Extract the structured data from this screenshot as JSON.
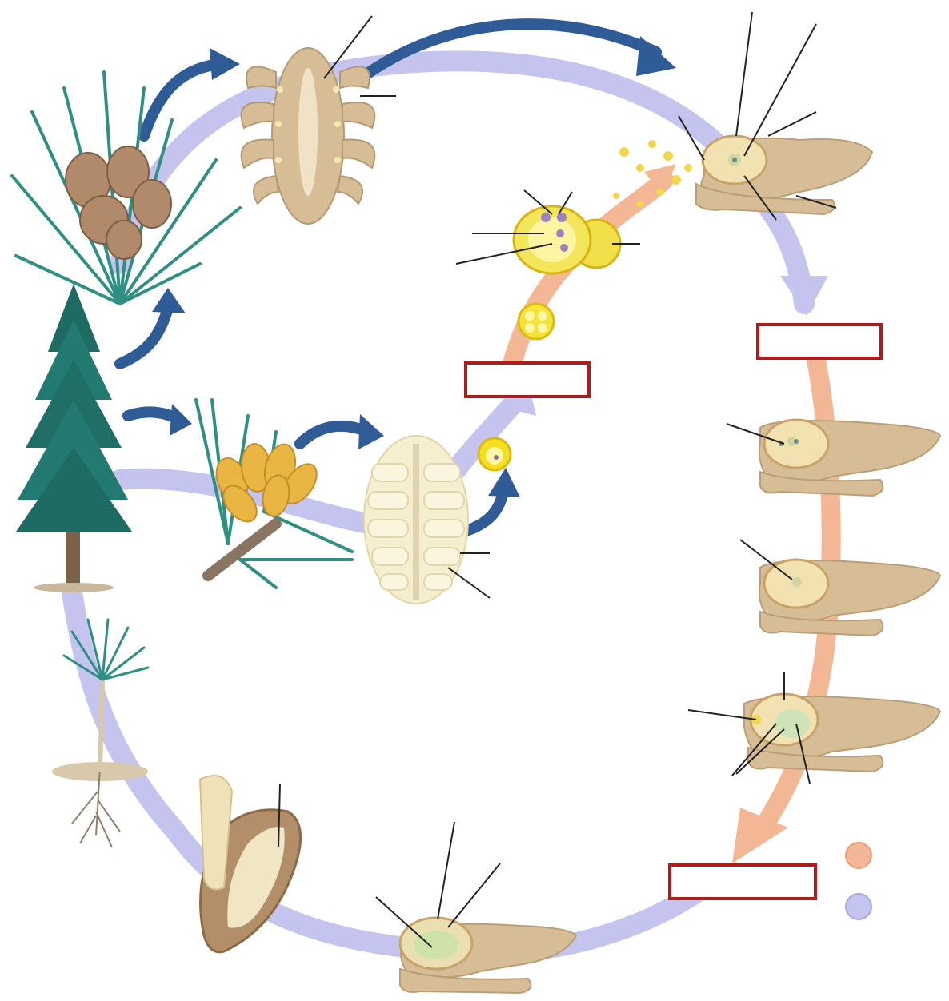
{
  "colors": {
    "haploid_stage": "#f3b796",
    "diploid_stage": "#c4c4ee",
    "cycle_arrow": "#2f5b97",
    "label_box_border": "#b01b1b",
    "tissue": "#d6bd96",
    "needles": "#2e8f82",
    "pollen": "#f2e04a"
  },
  "answer_boxes": [
    {
      "id": "box-pollen-stage",
      "value": ""
    },
    {
      "id": "box-pollination-stage",
      "value": ""
    },
    {
      "id": "box-fertilization-stage",
      "value": ""
    }
  ],
  "legend": [
    {
      "name": "haploid-stage-legend-dot",
      "color": "#f3b796"
    },
    {
      "name": "diploid-stage-legend-dot",
      "color": "#c4c4ee"
    }
  ],
  "icons": [
    "mature-pine-tree-icon",
    "ovulate-cone-icon",
    "pollen-cone-icon",
    "seed-icon",
    "seedling-icon",
    "ovule-icon",
    "pollen-grain-icon"
  ]
}
